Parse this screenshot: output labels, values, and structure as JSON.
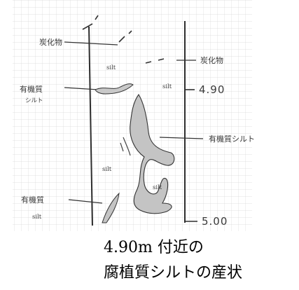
{
  "sketch": {
    "labels": {
      "tanka_left": "炭化物",
      "tanka_right": "炭化物",
      "yuuki_left_1": "有機質",
      "yuuki_left_2": "シルト",
      "silt_top": "silt",
      "silt_mid": "silt",
      "fushoku": "有機質シルト",
      "silt_lower": "silt",
      "silt_right": "silt",
      "yuuki_bottom_1": "有機質",
      "yuuki_bottom_2": "silt"
    },
    "scale": {
      "top": "4.90",
      "bottom": "5.00"
    }
  },
  "caption": {
    "line1": "4.90m 付近の",
    "line2": "腐植質シルトの産状"
  }
}
